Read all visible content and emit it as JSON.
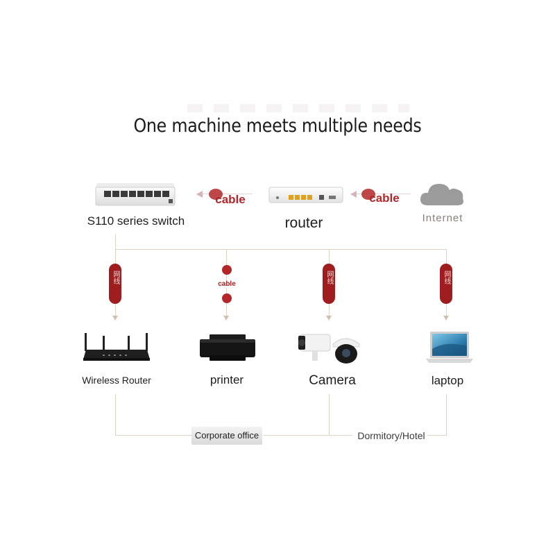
{
  "title": "One machine meets multiple needs",
  "top_row": {
    "switch_label": "S110 series switch",
    "router_label": "router",
    "internet_label": "Internet",
    "cable_left": "cable",
    "cable_right": "cable"
  },
  "branches": {
    "pill_text": "网线",
    "printer_cable": "cable"
  },
  "devices": {
    "wireless_router": "Wireless Router",
    "printer": "printer",
    "camera": "Camera",
    "laptop": "laptop"
  },
  "scenarios": {
    "office": "Corporate office",
    "dorm": "Dormitory/Hotel"
  },
  "colors": {
    "accent_red": "#9f1c1f",
    "wire": "#ded3c4",
    "internet_grey": "#8a8176"
  }
}
